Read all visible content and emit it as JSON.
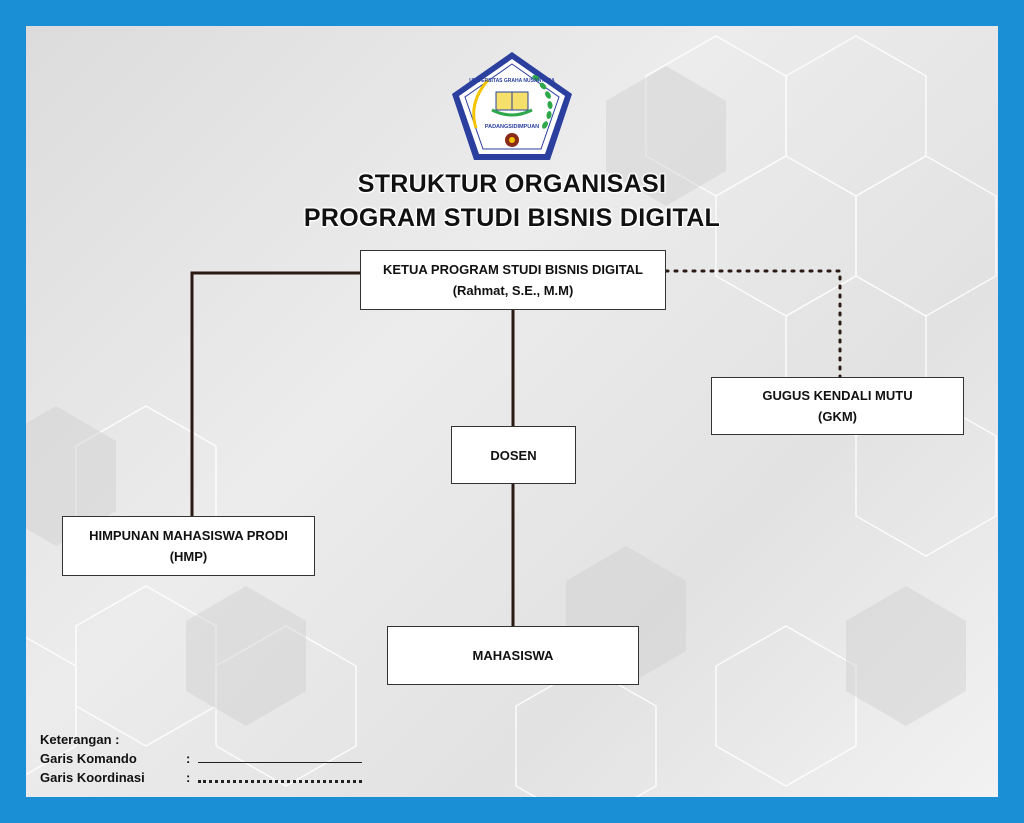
{
  "title": {
    "line1": "STRUKTUR ORGANISASI",
    "line2": "PROGRAM STUDI BISNIS DIGITAL"
  },
  "logo": {
    "top_text": "UNIVERSITAS GRAHA NUSANTARA",
    "bottom_text": "PADANGSIDIMPUAN",
    "colors": {
      "border": "#2a3f9e",
      "fill": "#ffffff",
      "star": "#f4c400",
      "leaves": "#2ea84a",
      "accent": "#8a2a1a"
    }
  },
  "nodes": {
    "ketua": {
      "line1": "KETUA PROGRAM STUDI BISNIS DIGITAL",
      "line2": "(Rahmat, S.E., M.M)"
    },
    "gkm": {
      "line1": "GUGUS KENDALI MUTU",
      "line2": "(GKM)"
    },
    "dosen": {
      "line1": "DOSEN"
    },
    "hmp": {
      "line1": "HIMPUNAN MAHASISWA PRODI",
      "line2": "(HMP)"
    },
    "mahasiswa": {
      "line1": "MAHASISWA"
    }
  },
  "edges": [
    {
      "from": "ketua",
      "to": "hmp",
      "style": "solid"
    },
    {
      "from": "ketua",
      "to": "dosen",
      "style": "solid"
    },
    {
      "from": "dosen",
      "to": "mahasiswa",
      "style": "solid"
    },
    {
      "from": "ketua",
      "to": "gkm",
      "style": "dotted"
    }
  ],
  "legend": {
    "heading": "Keterangan :",
    "komando": "Garis Komando",
    "koordinasi": "Garis Koordinasi",
    "colon": ":"
  },
  "colors": {
    "frame": "#1a8fd6",
    "line": "#2b1a14"
  }
}
